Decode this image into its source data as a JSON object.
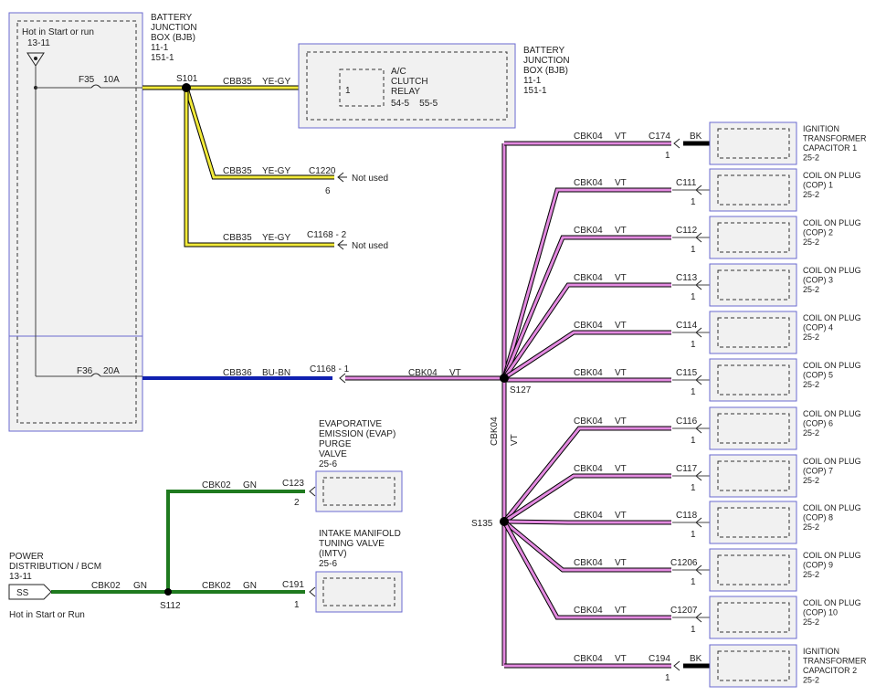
{
  "colors": {
    "yellow": "#f2ea3a",
    "violet": "#e38ae0",
    "blue": "#1020b0",
    "green": "#1f7a1f",
    "black": "#000000",
    "box_fill": "#f1f1f1",
    "box_border": "#6a6ad0"
  },
  "bjb": {
    "title": [
      "BATTERY",
      "JUNCTION",
      "BOX (BJB)",
      "11-1",
      "151-1"
    ],
    "hot_label": "Hot in Start or run",
    "hot_ref": "13-11",
    "fuse_f35": "F35",
    "fuse_f35_rating": "10A",
    "fuse_f36": "F36",
    "fuse_f36_rating": "20A"
  },
  "bjb2": {
    "title": [
      "BATTERY",
      "JUNCTION",
      "BOX (BJB)",
      "11-1",
      "151-1"
    ],
    "relay": [
      "A/C",
      "CLUTCH",
      "RELAY",
      "54-5    55-5"
    ],
    "pin": "1"
  },
  "splices": {
    "s101": "S101",
    "s127": "S127",
    "s135": "S135",
    "s112": "S112"
  },
  "wires": {
    "cbb35": "CBB35",
    "ye_gy": "YE-GY",
    "cbb36": "CBB36",
    "bu_bn": "BU-BN",
    "cbk04": "CBK04",
    "vt": "VT",
    "cbk02": "CBK02",
    "gn": "GN",
    "bk": "BK"
  },
  "connectors": {
    "c1220": "C1220",
    "c1220_pin": "6",
    "c1168_2": "C1168 - 2",
    "c1168_1": "C1168 - 1",
    "not_used": "Not used",
    "c123": "C123",
    "c123_pin": "2",
    "c191": "C191",
    "c191_pin": "1"
  },
  "evap": {
    "title": [
      "EVAPORATIVE",
      "EMISSION (EVAP)",
      "PURGE",
      "VALVE",
      "25-6"
    ]
  },
  "imtv": {
    "title": [
      "INTAKE MANIFOLD",
      "TUNING VALVE",
      "(IMTV)",
      "25-6"
    ]
  },
  "power": {
    "title": [
      "POWER",
      "DISTRIBUTION / BCM",
      "13-11"
    ],
    "ss": "SS",
    "hot": "Hot in Start or Run"
  },
  "right_rows": [
    {
      "conn": "C174",
      "pin": "1",
      "bk": true,
      "title": [
        "IGNITION",
        "TRANSFORMER",
        "CAPACITOR 1",
        "25-2"
      ]
    },
    {
      "conn": "C111",
      "pin": "1",
      "bk": false,
      "title": [
        "COIL ON PLUG",
        "(COP) 1",
        "25-2"
      ]
    },
    {
      "conn": "C112",
      "pin": "1",
      "bk": false,
      "title": [
        "COIL ON PLUG",
        "(COP) 2",
        "25-2"
      ]
    },
    {
      "conn": "C113",
      "pin": "1",
      "bk": false,
      "title": [
        "COIL ON PLUG",
        "(COP) 3",
        "25-2"
      ]
    },
    {
      "conn": "C114",
      "pin": "1",
      "bk": false,
      "title": [
        "COIL ON PLUG",
        "(COP) 4",
        "25-2"
      ]
    },
    {
      "conn": "C115",
      "pin": "1",
      "bk": false,
      "title": [
        "COIL ON PLUG",
        "(COP) 5",
        "25-2"
      ]
    },
    {
      "conn": "C116",
      "pin": "1",
      "bk": false,
      "title": [
        "COIL ON PLUG",
        "(COP) 6",
        "25-2"
      ]
    },
    {
      "conn": "C117",
      "pin": "1",
      "bk": false,
      "title": [
        "COIL ON PLUG",
        "(COP) 7",
        "25-2"
      ]
    },
    {
      "conn": "C118",
      "pin": "1",
      "bk": false,
      "title": [
        "COIL ON PLUG",
        "(COP) 8",
        "25-2"
      ]
    },
    {
      "conn": "C1206",
      "pin": "1",
      "bk": false,
      "title": [
        "COIL ON PLUG",
        "(COP) 9",
        "25-2"
      ]
    },
    {
      "conn": "C1207",
      "pin": "1",
      "bk": false,
      "title": [
        "COIL ON PLUG",
        "(COP) 10",
        "25-2"
      ]
    },
    {
      "conn": "C194",
      "pin": "1",
      "bk": true,
      "title": [
        "IGNITION",
        "TRANSFORMER",
        "CAPACITOR 2",
        "25-2"
      ]
    }
  ]
}
